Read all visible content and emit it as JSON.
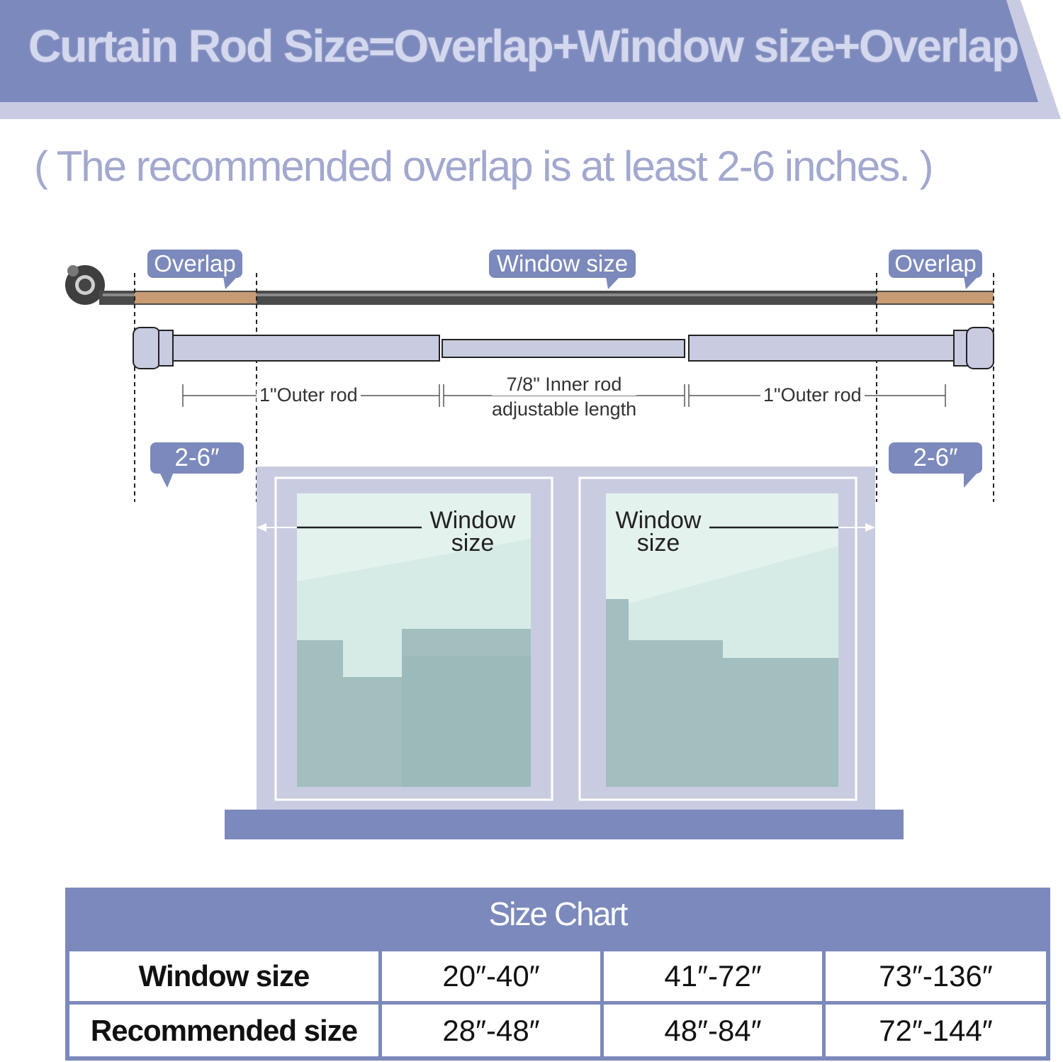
{
  "header": {
    "title": "Curtain Rod Size=Overlap+Window size+Overlap",
    "subtitle": "( The recommended overlap is at least 2-6 inches. )"
  },
  "diagram": {
    "tag_overlap_left": "Overlap",
    "tag_window_size": "Window size",
    "tag_overlap_right": "Overlap",
    "outer_rod_left": "1\"Outer rod",
    "inner_rod_line1": "7/8\" Inner rod",
    "inner_rod_line2": "adjustable length",
    "outer_rod_right": "1\"Outer rod",
    "overlap_range_left": "2-6″",
    "overlap_range_right": "2-6″",
    "window_label_left_1": "Window",
    "window_label_left_2": "size",
    "window_label_right_1": "Window",
    "window_label_right_2": "size"
  },
  "size_chart": {
    "title": "Size Chart",
    "rows": [
      {
        "label": "Window size",
        "values": [
          "20″-40″",
          "41″-72″",
          "73″-136″"
        ]
      },
      {
        "label": "Recommended size",
        "values": [
          "28″-48″",
          "48″-84″",
          "72″-144″"
        ]
      }
    ]
  },
  "colors": {
    "accent": "#7c89bc",
    "light_accent": "#c9cce0",
    "window_glass": "#a2bebf"
  }
}
